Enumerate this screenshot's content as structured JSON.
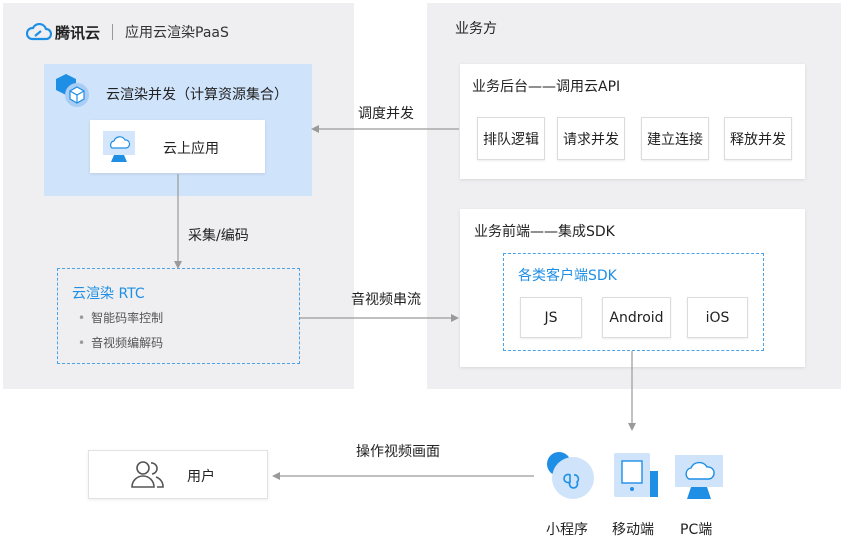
{
  "brand": {
    "name": "腾讯云",
    "product": "应用云渲染PaaS"
  },
  "cloud_cluster": {
    "title": "云渲染并发（计算资源集合）",
    "app": "云上应用"
  },
  "rtc": {
    "title": "云渲染 RTC",
    "features": [
      "智能码率控制",
      "音视频编解码"
    ]
  },
  "business": {
    "title": "业务方",
    "backend": {
      "title": "业务后台——调用云API",
      "items": [
        "排队逻辑",
        "请求并发",
        "建立连接",
        "释放并发"
      ]
    },
    "frontend": {
      "title": "业务前端——集成SDK",
      "sdk_title": "各类客户端SDK",
      "sdks": [
        "JS",
        "Android",
        "iOS"
      ]
    }
  },
  "arrows": {
    "schedule": "调度并发",
    "capture": "采集/编码",
    "stream": "音视频串流",
    "operate": "操作视频画面"
  },
  "user": {
    "label": "用户"
  },
  "clients": [
    "小程序",
    "移动端",
    "PC端"
  ],
  "colors": {
    "accent": "#1f8fe5",
    "panel": "#efeff1",
    "cluster": "#cfe3fb",
    "arrow": "#9a9a9a"
  },
  "icons": [
    "tencent-cloud-logo",
    "cube-icon",
    "cloud-monitor-icon",
    "user-icon",
    "mini-program-icon",
    "mobile-icon",
    "pc-icon"
  ]
}
